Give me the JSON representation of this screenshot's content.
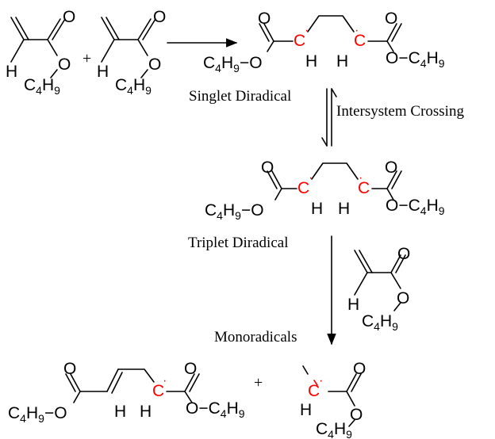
{
  "atoms": {
    "oxygen": "O",
    "hydrogen": "H",
    "carbon": "C",
    "radical_dot": "·",
    "butyl_c": "C",
    "butyl_c_sub": "4",
    "butyl_h": "H",
    "butyl_h_sub": "9",
    "bond_dash": "−"
  },
  "operators": {
    "plus": "+"
  },
  "labels": {
    "singlet": "Singlet Diradical",
    "isc": "Intersystem Crossing",
    "triplet": "Triplet Diradical",
    "mono": "Monoradicals"
  },
  "colors": {
    "radical": "#ff0000",
    "ink": "#000000"
  }
}
